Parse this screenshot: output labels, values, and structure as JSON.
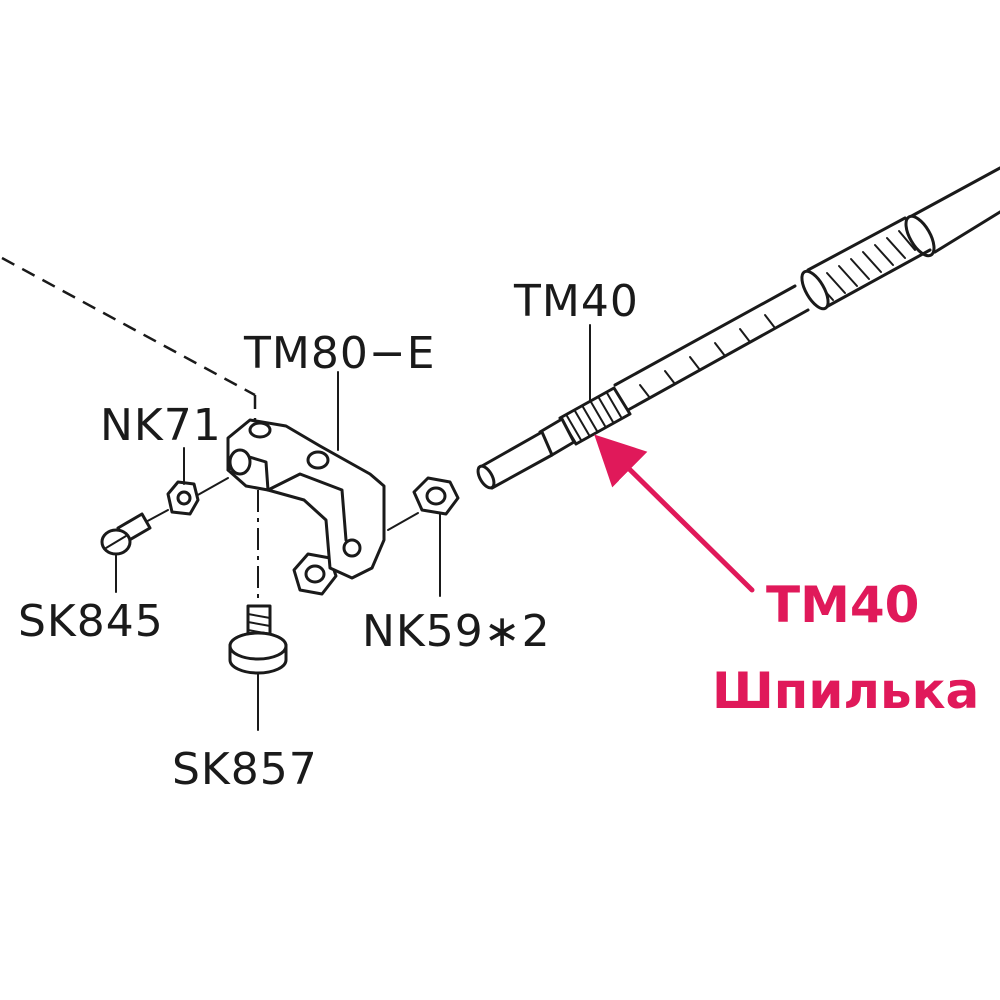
{
  "labels": {
    "tm40_top": "TM40",
    "tm80e": "TM80−E",
    "nk71": "NK71",
    "sk845": "SK845",
    "nk59": "NK59∗2",
    "sk857": "SK857"
  },
  "callout": {
    "code": "TM40",
    "name": "Шпилька",
    "color": "#e0195a"
  }
}
